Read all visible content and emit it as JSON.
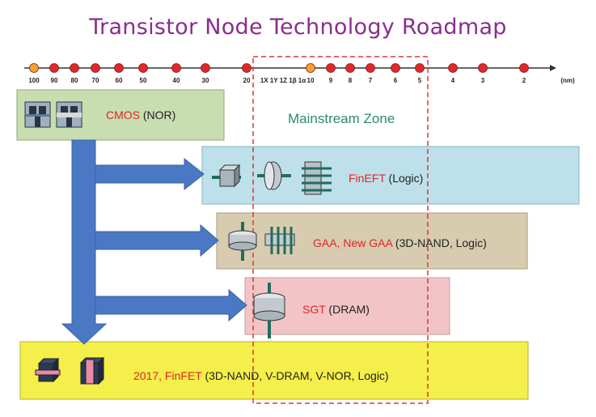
{
  "title": "Transistor Node Technology Roadmap",
  "axis": {
    "unit": "(nm)",
    "ticks": [
      "100",
      "90",
      "80",
      "70",
      "60",
      "50",
      "40",
      "30",
      "20",
      "1X 1Y 1Z 1β 1α",
      "10",
      "9",
      "8",
      "7",
      "6",
      "5",
      "4",
      "3",
      "2"
    ],
    "highlight_ticks": [
      "100",
      "10"
    ]
  },
  "zone": {
    "label": "Mainstream Zone"
  },
  "boxes": [
    {
      "id": "cmos",
      "red": "CMOS",
      "rest": " (NOR)",
      "color": "#c8ddb0"
    },
    {
      "id": "finfet-logic",
      "red": "FinEFT",
      "rest": " (Logic)",
      "color": "#bde0ea"
    },
    {
      "id": "gaa",
      "red": "GAA, New GAA",
      "rest": " (3D-NAND, Logic)",
      "color": "#d7ccb0"
    },
    {
      "id": "sgt",
      "red": "SGT",
      "rest": " (DRAM)",
      "color": "#f2c4c6"
    },
    {
      "id": "finfet-2017",
      "red": "2017, FinFET",
      "rest": " (3D-NAND, V-DRAM, V-NOR, Logic)",
      "color": "#f4ef4a"
    }
  ],
  "colors": {
    "arrow": "#4a78c4",
    "dot": "#e0282a",
    "dot_highlight": "#f0a22a",
    "zone_border": "#d8383a",
    "title": "#8a2d8e"
  }
}
